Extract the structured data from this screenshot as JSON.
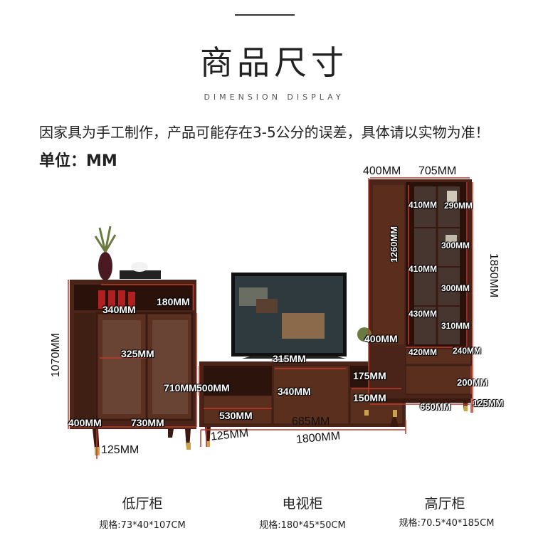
{
  "header": {
    "title": "商品尺寸",
    "subtitle": "DIMENSION DISPLAY",
    "notice": "因家具为手工制作，产品可能存在3-5公分的误差，具体请以实物为准！",
    "unit": "单位：MM"
  },
  "dimensions": {
    "low": {
      "height": "1070MM",
      "shelf_width": "340MM",
      "shelf_height": "180MM",
      "door_width": "325MM",
      "door_height": "710MM",
      "depth": "400MM",
      "width": "730MM",
      "leg": "125MM"
    },
    "tv": {
      "top_height": "315MM",
      "left_height": "500MM",
      "left_width": "530MM",
      "drawer_width": "340MM",
      "right_top": "175MM",
      "right_bottom": "150MM",
      "inner_width": "685MM",
      "leg": "125MM",
      "width": "1800MM"
    },
    "high": {
      "depth": "400MM",
      "width": "705MM",
      "shelf_a": "410MM",
      "shelf_b": "290MM",
      "shelf_c": "300MM",
      "shelf_d": "410MM",
      "shelf_e": "300MM",
      "upper_height": "1260MM",
      "total_height": "1850MM",
      "shelf_f": "430MM",
      "shelf_g": "310MM",
      "side_depth": "400MM",
      "bottom_left": "420MM",
      "bottom_right": "240MM",
      "drawer_height": "200MM",
      "base_width": "660MM",
      "leg": "125MM"
    }
  },
  "cabinets": [
    {
      "name": "低厅柜",
      "spec": "规格:73*40*107CM"
    },
    {
      "name": "电视柜",
      "spec": "规格:180*45*50CM"
    },
    {
      "name": "高厅柜",
      "spec": "规格:70.5*40*185CM"
    }
  ],
  "colors": {
    "wood": "#4a2418",
    "wood_light": "#6b3a26",
    "dim_line": "#c0392b",
    "tv_screen": "#2f3a3e"
  }
}
